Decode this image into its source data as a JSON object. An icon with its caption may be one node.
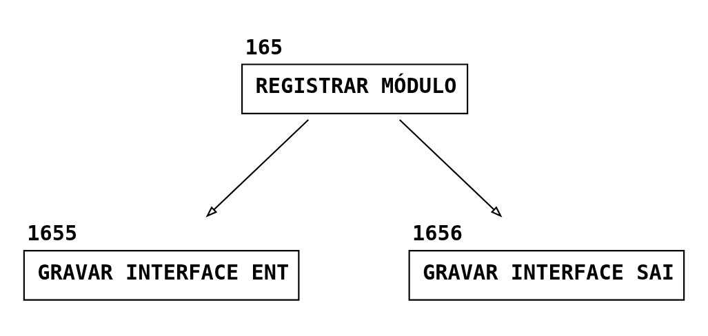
{
  "diagram": {
    "nodes": [
      {
        "text": [
          "165",
          "REGISTRAR MÓDULO"
        ]
      },
      {
        "text": [
          "1655",
          "GRAVAR INTERFACE ENT"
        ]
      },
      {
        "text": [
          "1656",
          "GRAVAR INTERFACE SAI"
        ]
      }
    ],
    "edges": [
      {
        "from": 0,
        "to": 1,
        "arrow": "to"
      },
      {
        "from": 0,
        "to": 2,
        "arrow": "to"
      }
    ]
  }
}
